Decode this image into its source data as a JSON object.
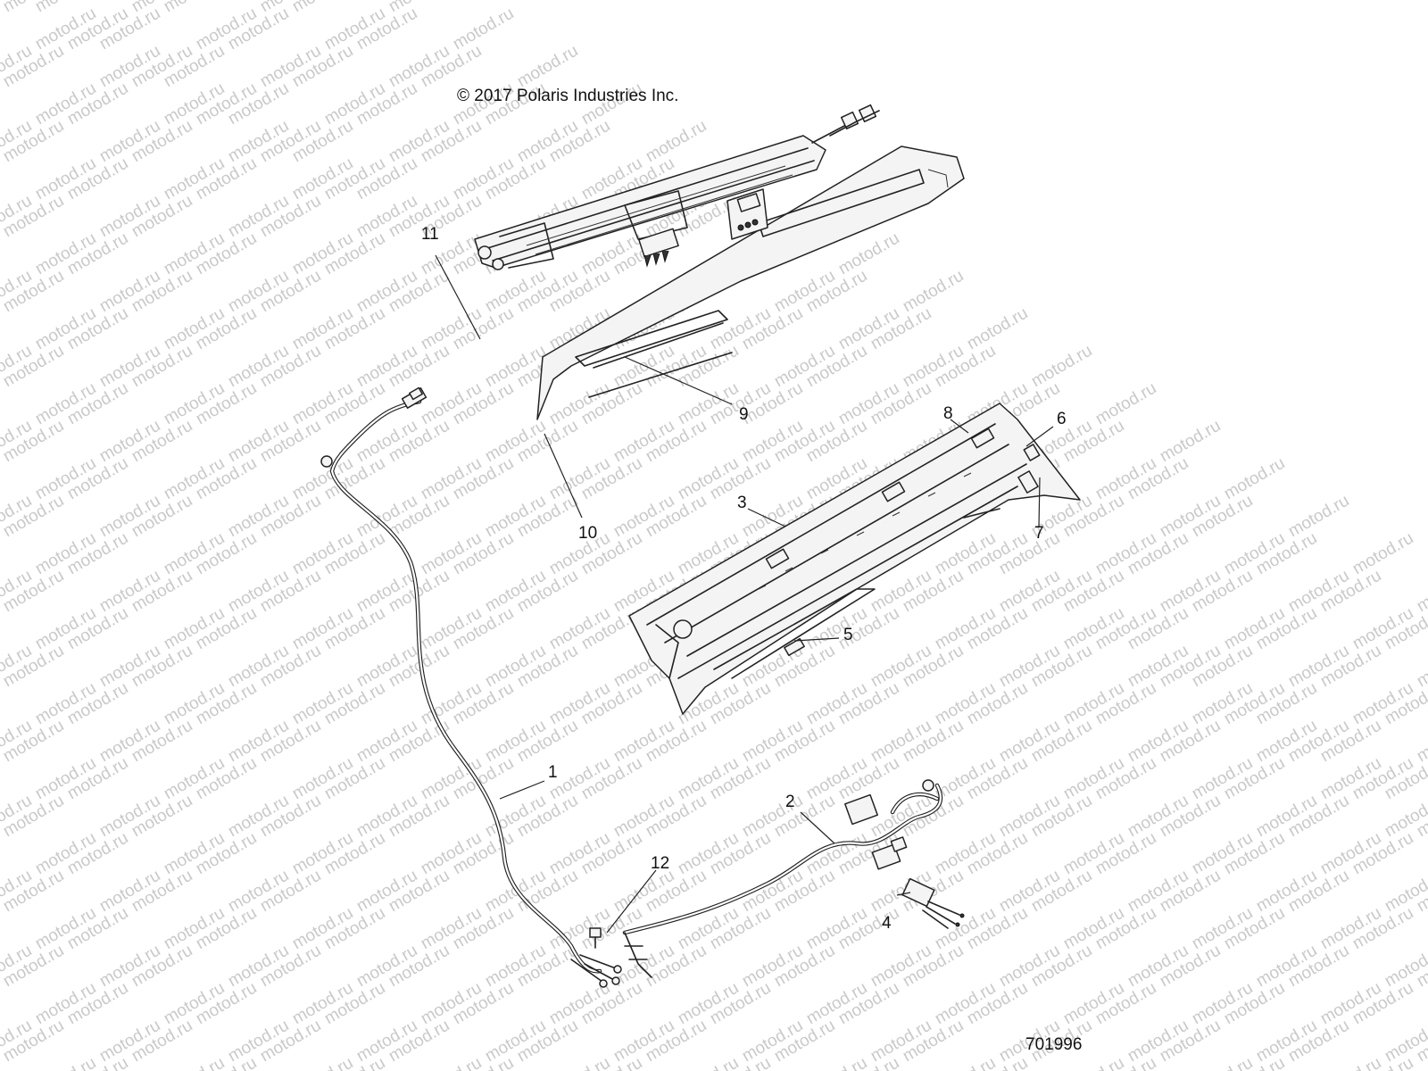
{
  "copyright": "© 2017 Polaris Industries Inc.",
  "diagram_number": "701996",
  "watermark_text": "motod.ru",
  "callouts": [
    {
      "id": "1",
      "label": "1"
    },
    {
      "id": "2",
      "label": "2"
    },
    {
      "id": "3",
      "label": "3"
    },
    {
      "id": "4",
      "label": "4"
    },
    {
      "id": "5",
      "label": "5"
    },
    {
      "id": "6",
      "label": "6"
    },
    {
      "id": "7",
      "label": "7"
    },
    {
      "id": "8",
      "label": "8"
    },
    {
      "id": "9",
      "label": "9"
    },
    {
      "id": "10",
      "label": "10"
    },
    {
      "id": "11",
      "label": "11"
    },
    {
      "id": "12",
      "label": "12"
    }
  ],
  "colors": {
    "line": "#222222",
    "watermark": "#c9c9c9",
    "background": "#ffffff"
  }
}
